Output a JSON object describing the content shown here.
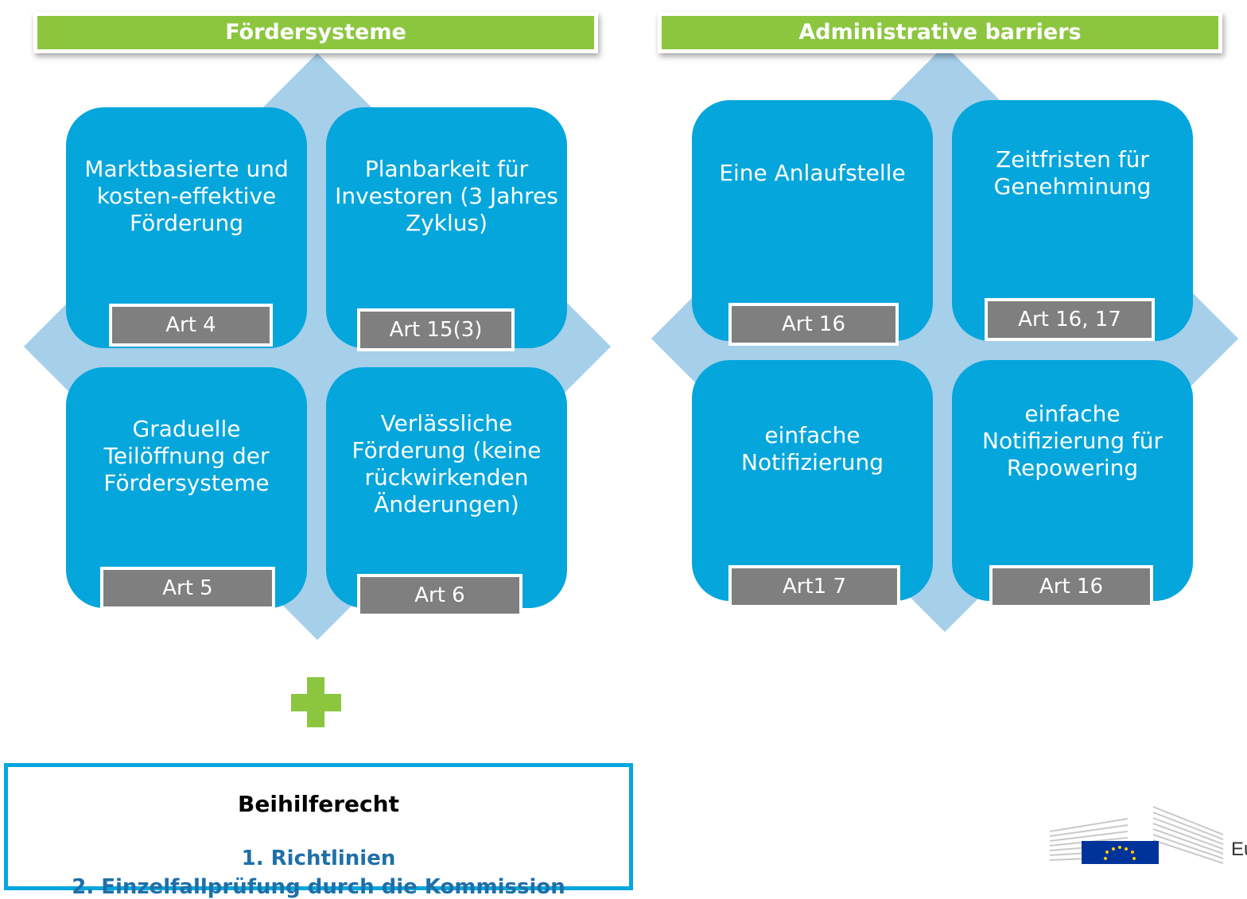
{
  "left_panel": {
    "header": "Fördersysteme",
    "tiles": [
      {
        "text": "Marktbasierte und kosten-effektive Förderung",
        "tag": "Art 4"
      },
      {
        "text": "Planbarkeit für Investoren (3 Jahres Zyklus)",
        "tag": "Art 15(3)"
      },
      {
        "text": "Graduelle Teilöffnung der Fördersysteme",
        "tag": "Art 5"
      },
      {
        "text": "Verlässliche Förderung (keine rückwirkenden Änderungen)",
        "tag": "Art 6"
      }
    ]
  },
  "right_panel": {
    "header": "Administrative barriers",
    "tiles": [
      {
        "text": "Eine Anlaufstelle",
        "tag": "Art 16"
      },
      {
        "text": "Zeitfristen für Genehminung",
        "tag": "Art 16, 17"
      },
      {
        "text": "einfache Notifizierung",
        "tag": "Art1 7"
      },
      {
        "text": "einfache Notifizierung für Repowering",
        "tag": "Art 16"
      }
    ]
  },
  "beihilfe": {
    "title": "Beihilferecht",
    "items": [
      "1.  Richtlinien",
      "2.  Einzelfallprüfung durch die Kommission"
    ]
  },
  "colors": {
    "green": "#8cc63f",
    "tile_blue": "#04a6dc",
    "diamond_blue": "#a6cfea",
    "tag_gray": "#7f7f7f"
  }
}
